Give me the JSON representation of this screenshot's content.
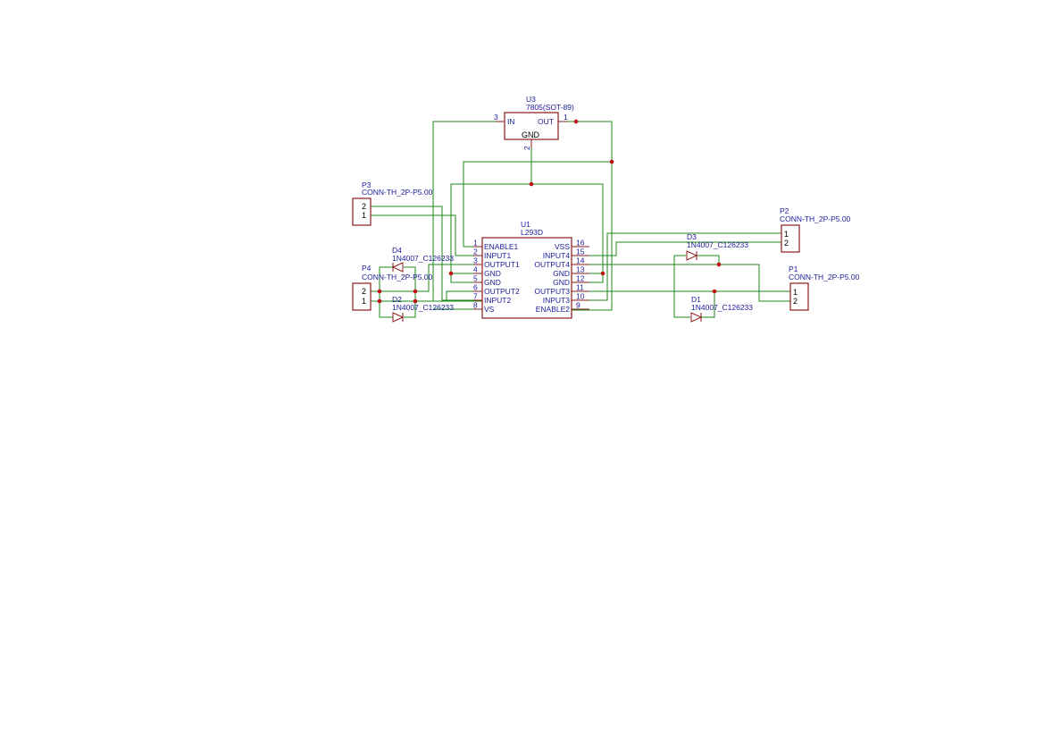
{
  "u3": {
    "ref": "U3",
    "value": "7805(SOT-89)",
    "pin_in": "IN",
    "pin_out": "OUT",
    "pin_gnd": "GND",
    "num_in": "3",
    "num_out": "1",
    "num_gnd": "2"
  },
  "u1": {
    "ref": "U1",
    "value": "L293D",
    "left_pins": [
      {
        "num": "1",
        "name": "ENABLE1"
      },
      {
        "num": "2",
        "name": "INPUT1"
      },
      {
        "num": "3",
        "name": "OUTPUT1"
      },
      {
        "num": "4",
        "name": "GND"
      },
      {
        "num": "5",
        "name": "GND"
      },
      {
        "num": "6",
        "name": "OUTPUT2"
      },
      {
        "num": "7",
        "name": "INPUT2"
      },
      {
        "num": "8",
        "name": "VS"
      }
    ],
    "right_pins": [
      {
        "num": "16",
        "name": "VSS"
      },
      {
        "num": "15",
        "name": "INPUT4"
      },
      {
        "num": "14",
        "name": "OUTPUT4"
      },
      {
        "num": "13",
        "name": "GND"
      },
      {
        "num": "12",
        "name": "GND"
      },
      {
        "num": "11",
        "name": "OUTPUT3"
      },
      {
        "num": "10",
        "name": "INPUT3"
      },
      {
        "num": "9",
        "name": "ENABLE2"
      }
    ]
  },
  "p3": {
    "ref": "P3",
    "value": "CONN-TH_2P-P5.00",
    "pins": [
      "2",
      "1"
    ]
  },
  "p4": {
    "ref": "P4",
    "value": "CONN-TH_2P-P5.00",
    "pins": [
      "2",
      "1"
    ]
  },
  "p2": {
    "ref": "P2",
    "value": "CONN-TH_2P-P5.00",
    "pins": [
      "1",
      "2"
    ]
  },
  "p1": {
    "ref": "P1",
    "value": "CONN-TH_2P-P5.00",
    "pins": [
      "1",
      "2"
    ]
  },
  "d4": {
    "ref": "D4",
    "value": "1N4007_C126233"
  },
  "d2": {
    "ref": "D2",
    "value": "1N4007_C126233"
  },
  "d3": {
    "ref": "D3",
    "value": "1N4007_C126233"
  },
  "d1": {
    "ref": "D1",
    "value": "1N4007_C126233"
  },
  "colors": {
    "wire": "#1a8a1a",
    "symbol": "#8b1a1a",
    "text": "#1a1a9a",
    "junction": "#c01010"
  }
}
